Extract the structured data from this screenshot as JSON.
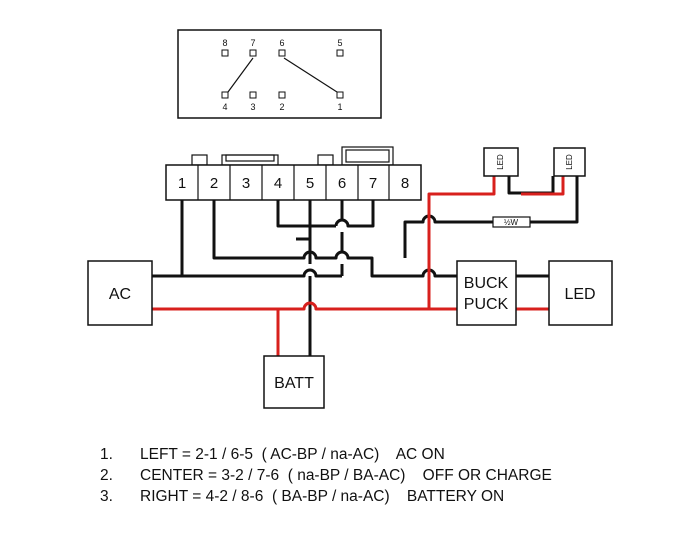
{
  "switch_pins": {
    "top": [
      "8",
      "7",
      "6",
      "5"
    ],
    "bottom": [
      "4",
      "3",
      "2",
      "1"
    ]
  },
  "terminals": [
    "1",
    "2",
    "3",
    "4",
    "5",
    "6",
    "7",
    "8"
  ],
  "boxes": {
    "ac": "AC",
    "batt": "BATT",
    "buck_line1": "BUCK",
    "buck_line2": "PUCK",
    "led": "LED",
    "led_small_1": "LED",
    "led_small_2": "LED"
  },
  "resistor_label": "½W",
  "colors": {
    "wire_black": "#111111",
    "wire_red": "#d8201d"
  },
  "legend": [
    {
      "num": "1.",
      "text": "LEFT = 2-1 / 6-5  ( AC-BP / na-AC)    AC ON"
    },
    {
      "num": "2.",
      "text": "CENTER = 3-2 / 7-6  ( na-BP / BA-AC)    OFF OR CHARGE"
    },
    {
      "num": "3.",
      "text": "RIGHT = 4-2 / 8-6  ( BA-BP / na-AC)    BATTERY ON"
    }
  ]
}
